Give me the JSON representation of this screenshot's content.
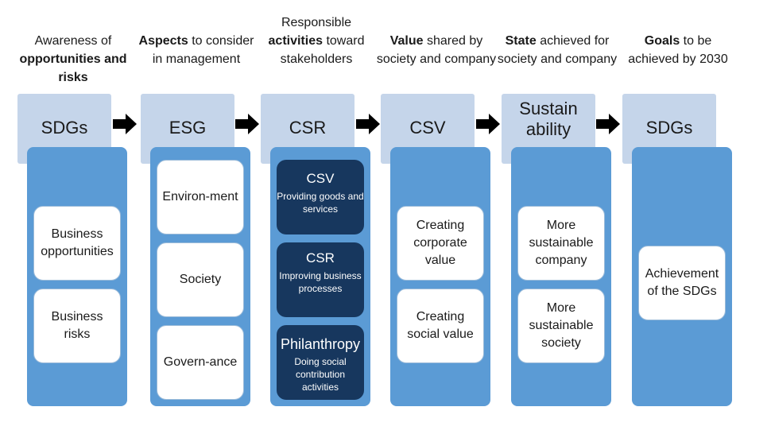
{
  "columns": [
    {
      "caption": {
        "pre": "Awareness of ",
        "bold": "opportunities and risks",
        "post": ""
      },
      "tab": "SDGs",
      "boxes": [
        "Business opportunities",
        "Business risks"
      ]
    },
    {
      "caption": {
        "pre": "",
        "bold": "Aspects",
        "post": " to consider in management"
      },
      "tab": "ESG",
      "boxes": [
        "Environ-ment",
        "Society",
        "Govern-ance"
      ]
    },
    {
      "caption": {
        "pre": "Responsible ",
        "bold": "activities",
        "post": " toward stakeholders"
      },
      "tab": "CSR",
      "boxes": [
        {
          "title": "CSV",
          "sub": "Providing goods and services"
        },
        {
          "title": "CSR",
          "sub": "Improving business processes"
        },
        {
          "title": "Philanthropy",
          "sub": "Doing social contribution activities"
        }
      ]
    },
    {
      "caption": {
        "pre": "",
        "bold": "Value",
        "post": " shared by society and company"
      },
      "tab": "CSV",
      "boxes": [
        "Creating corporate value",
        "Creating social value"
      ]
    },
    {
      "caption": {
        "pre": "",
        "bold": "State",
        "post": " achieved for society and company"
      },
      "tab": "Sustain ability",
      "boxes": [
        "More sustainable company",
        "More sustainable society"
      ]
    },
    {
      "caption": {
        "pre": "",
        "bold": "Goals",
        "post": " to be achieved by 2030"
      },
      "tab": "SDGs",
      "boxes": [
        "Achievement of the SDGs"
      ]
    }
  ],
  "colors": {
    "tab": "#c5d5ea",
    "panel": "#5b9bd5",
    "dark_box": "#17375e",
    "arrow": "#000000"
  },
  "icons": [
    "right-arrow-icon"
  ]
}
